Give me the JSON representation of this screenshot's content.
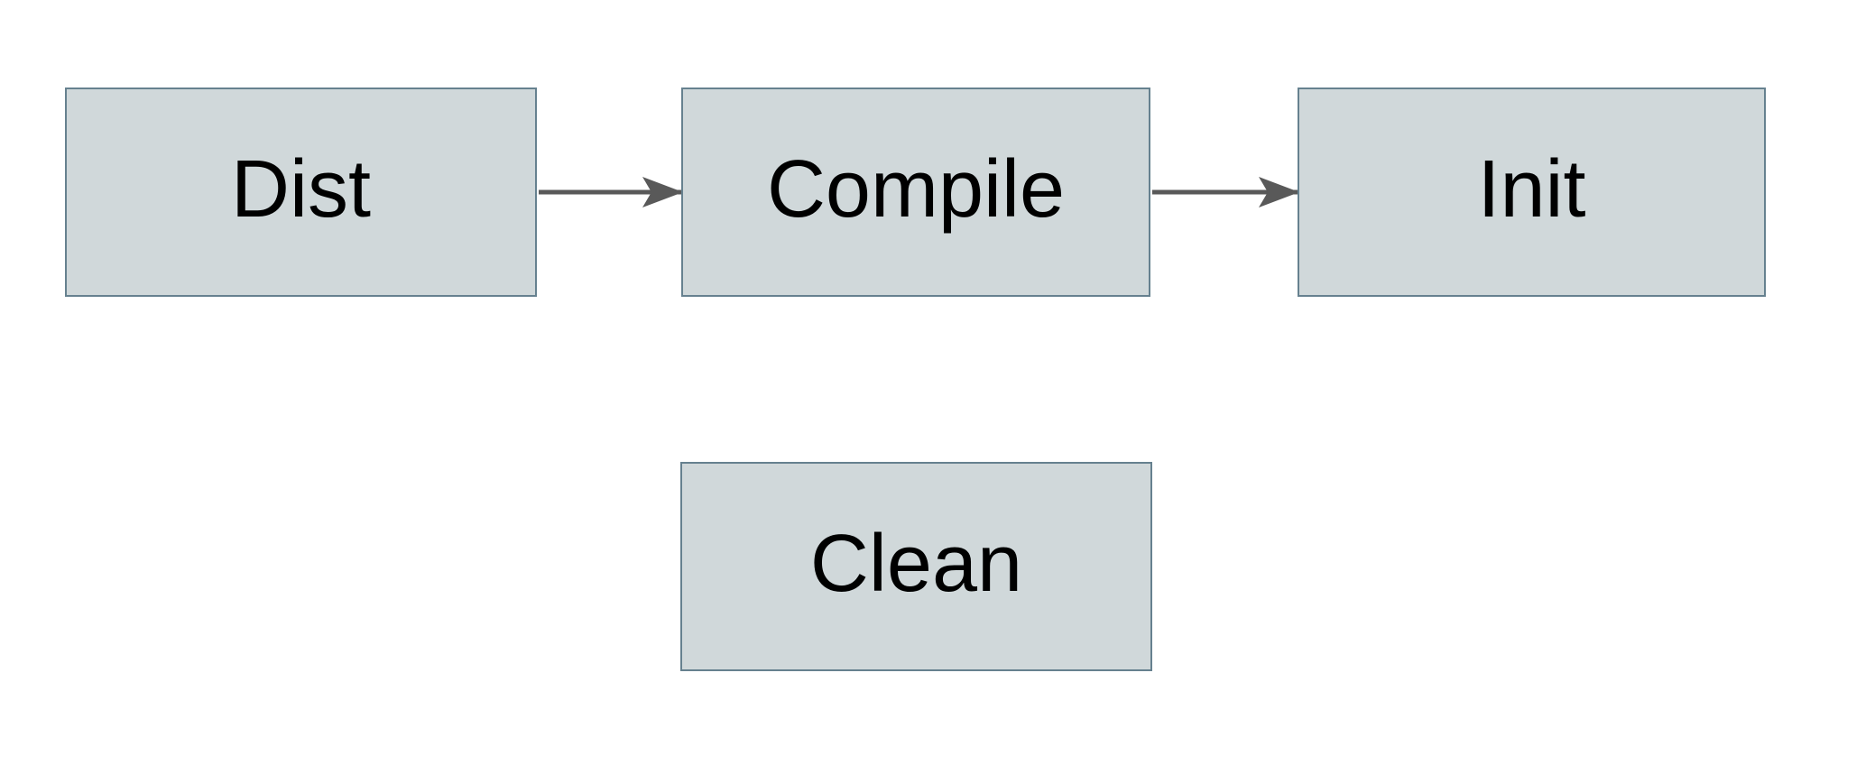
{
  "diagram": {
    "background": "#ffffff",
    "nodes": [
      {
        "id": "dist",
        "label": "Dist"
      },
      {
        "id": "compile",
        "label": "Compile"
      },
      {
        "id": "init",
        "label": "Init"
      },
      {
        "id": "clean",
        "label": "Clean"
      }
    ],
    "edges": [
      {
        "from": "dist",
        "to": "compile"
      },
      {
        "from": "compile",
        "to": "init"
      }
    ],
    "colors": {
      "background": "#ffffff",
      "node_fill": "#d0d8da",
      "node_border": "#66818f",
      "arrow": "#595959",
      "label_text": "#000000"
    }
  }
}
